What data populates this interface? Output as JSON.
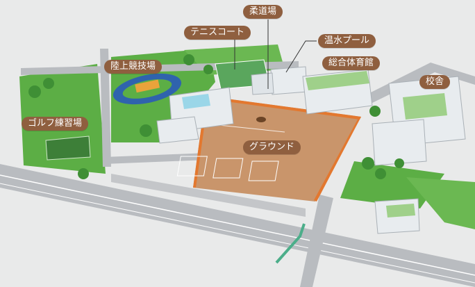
{
  "map": {
    "labels": {
      "judo_hall": "柔道場",
      "tennis_court": "テニスコート",
      "heated_pool": "温水プール",
      "athletic_field": "陸上競技場",
      "gymnasium": "総合体育館",
      "school_building": "校舎",
      "golf_range": "ゴルフ練習場",
      "ground": "グラウンド"
    },
    "colors": {
      "road": "#b9bcc0",
      "grass": "#5cae45",
      "dark_grass": "#3f8f35",
      "track": "#2f63ad",
      "ground_dirt": "#c9956b",
      "fence": "#e3782f",
      "label_bg": "#8f5f3f",
      "building": "#e8ecef",
      "roof_green": "#9fd08a"
    }
  }
}
